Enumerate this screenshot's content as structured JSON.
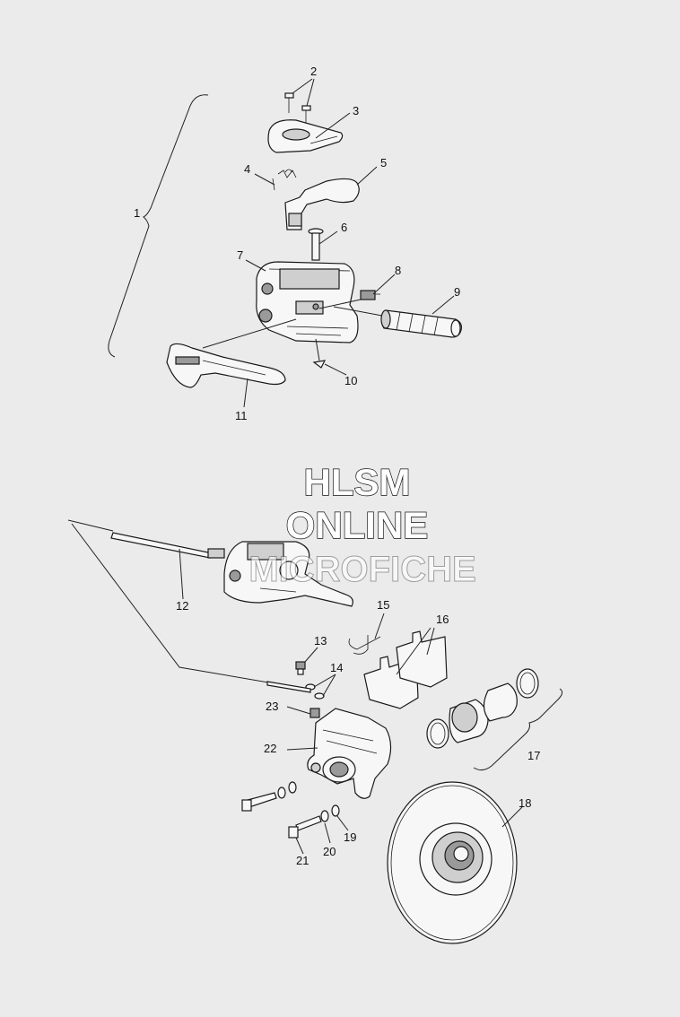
{
  "callouts": {
    "c1": "1",
    "c2": "2",
    "c3": "3",
    "c4": "4",
    "c5": "5",
    "c6": "6",
    "c7": "7",
    "c8": "8",
    "c9": "9",
    "c10": "10",
    "c11": "11",
    "c12": "12",
    "c13": "13",
    "c14": "14",
    "c15": "15",
    "c16": "16",
    "c17": "17",
    "c18": "18",
    "c19": "19",
    "c20": "20",
    "c21": "21",
    "c22": "22",
    "c23": "23"
  },
  "watermark": {
    "line1": "HLSM",
    "line2": "ONLINE",
    "line3": "MICROFICHE"
  }
}
